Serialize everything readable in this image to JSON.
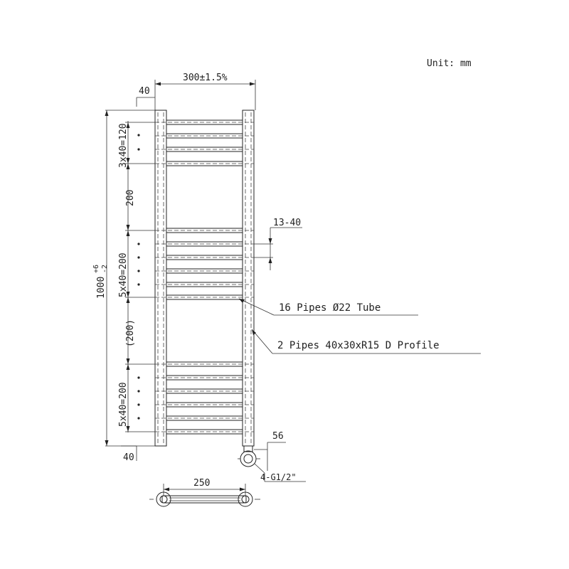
{
  "unit_label": "Unit: mm",
  "dims": {
    "overall_width": "300±1.5%",
    "top_offset": "40",
    "bottom_offset": "40",
    "height_main": "1000",
    "height_tol_upper": "+6",
    "height_tol_lower": "-2",
    "group1": "3x40=120",
    "gap1": "200",
    "group2": "5x40=200",
    "gap2": "(200)",
    "group3": "5x40=200",
    "side_gap": "13-40",
    "outlet_dim": "56",
    "bottom_width": "250"
  },
  "callouts": {
    "tubes": "16  Pipes  Ø22     Tube",
    "profiles": "2  Pipes  40x30xR15    D  Profile",
    "thread": "4-G1/2\""
  },
  "colors": {
    "line": "#222222",
    "background": "#ffffff"
  }
}
